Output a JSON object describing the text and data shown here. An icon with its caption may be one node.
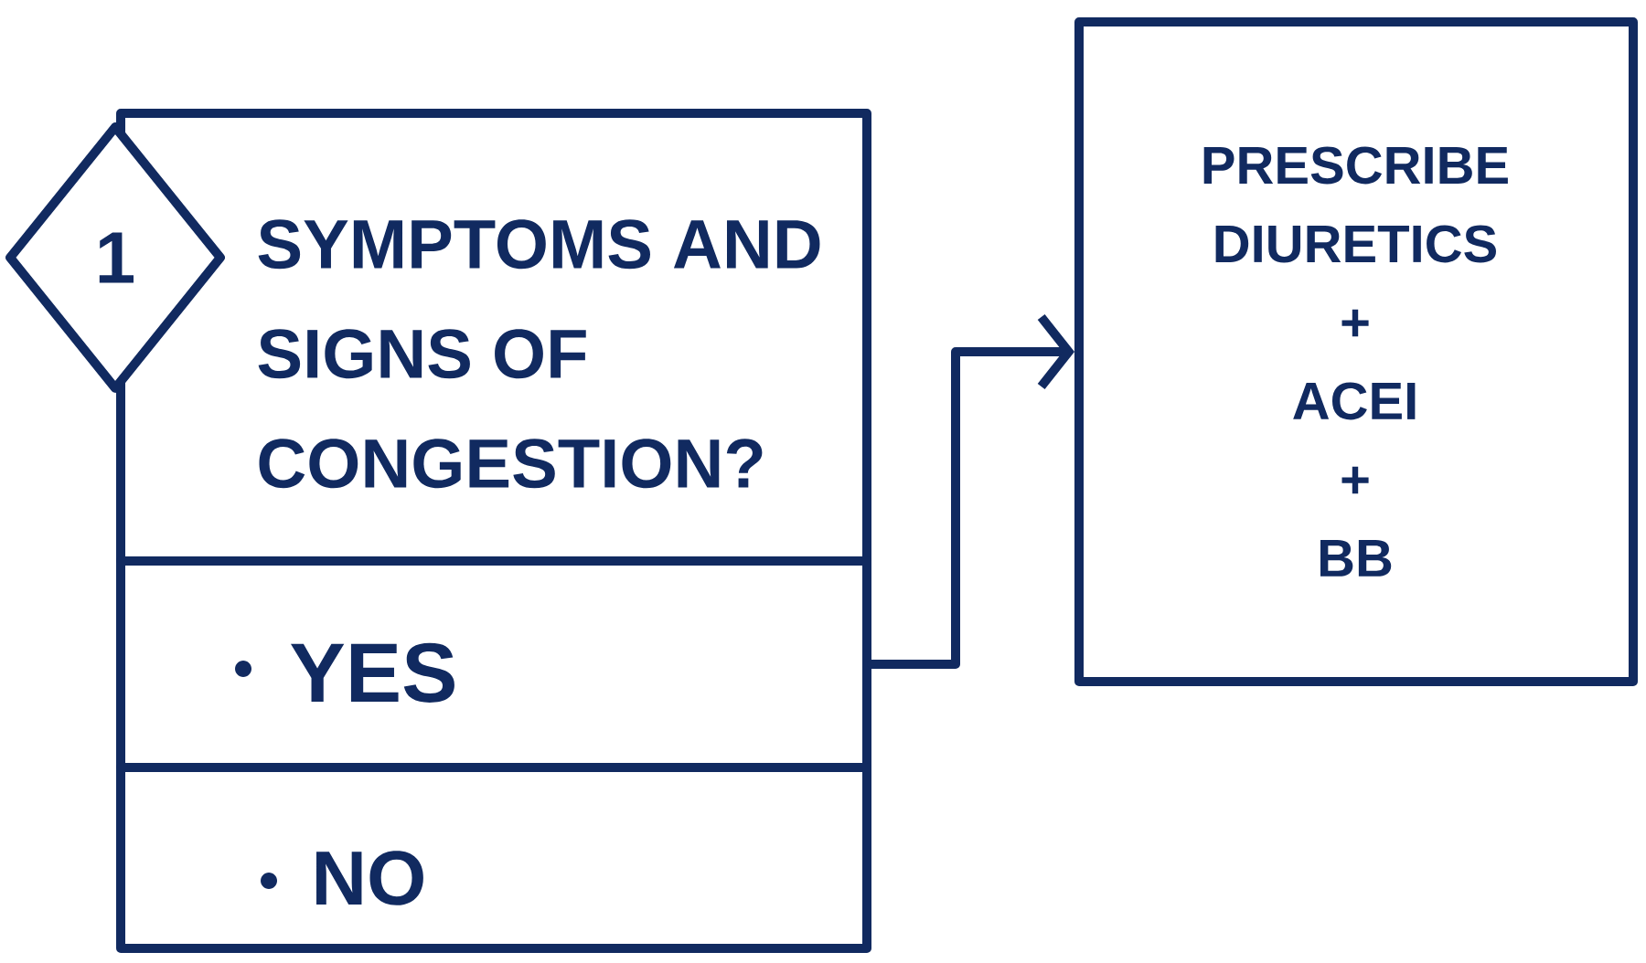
{
  "diagram": {
    "nodes": [
      {
        "text": [
          "1"
        ]
      },
      {
        "text": [
          "SYMPTOMS AND SIGNS OF CONGESTION?"
        ]
      },
      {
        "text": [
          "YES"
        ]
      },
      {
        "text": [
          "NO"
        ]
      },
      {
        "text": [
          "PRESCRIBE DIURETICS + ACEI + BB"
        ]
      }
    ],
    "edges": [
      {
        "from": 2,
        "to": 4,
        "arrow": "to"
      }
    ]
  }
}
